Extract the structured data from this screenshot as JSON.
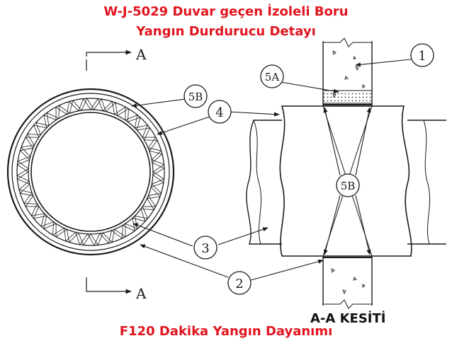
{
  "title_line1": "W-J-5029 Duvar geçen İzoleli Boru",
  "title_line2": "Yangın Durdurucu Detayı",
  "footer": "F120 Dakika Yangın Dayanımı",
  "section_caption": "A-A KESİTİ",
  "section_marks": {
    "top": "A",
    "bottom": "A"
  },
  "callouts": [
    "1",
    "5A",
    "5B",
    "4",
    "5B",
    "3",
    "2"
  ],
  "colors": {
    "title": "#e0141e",
    "lines": "#1a1a1a"
  }
}
